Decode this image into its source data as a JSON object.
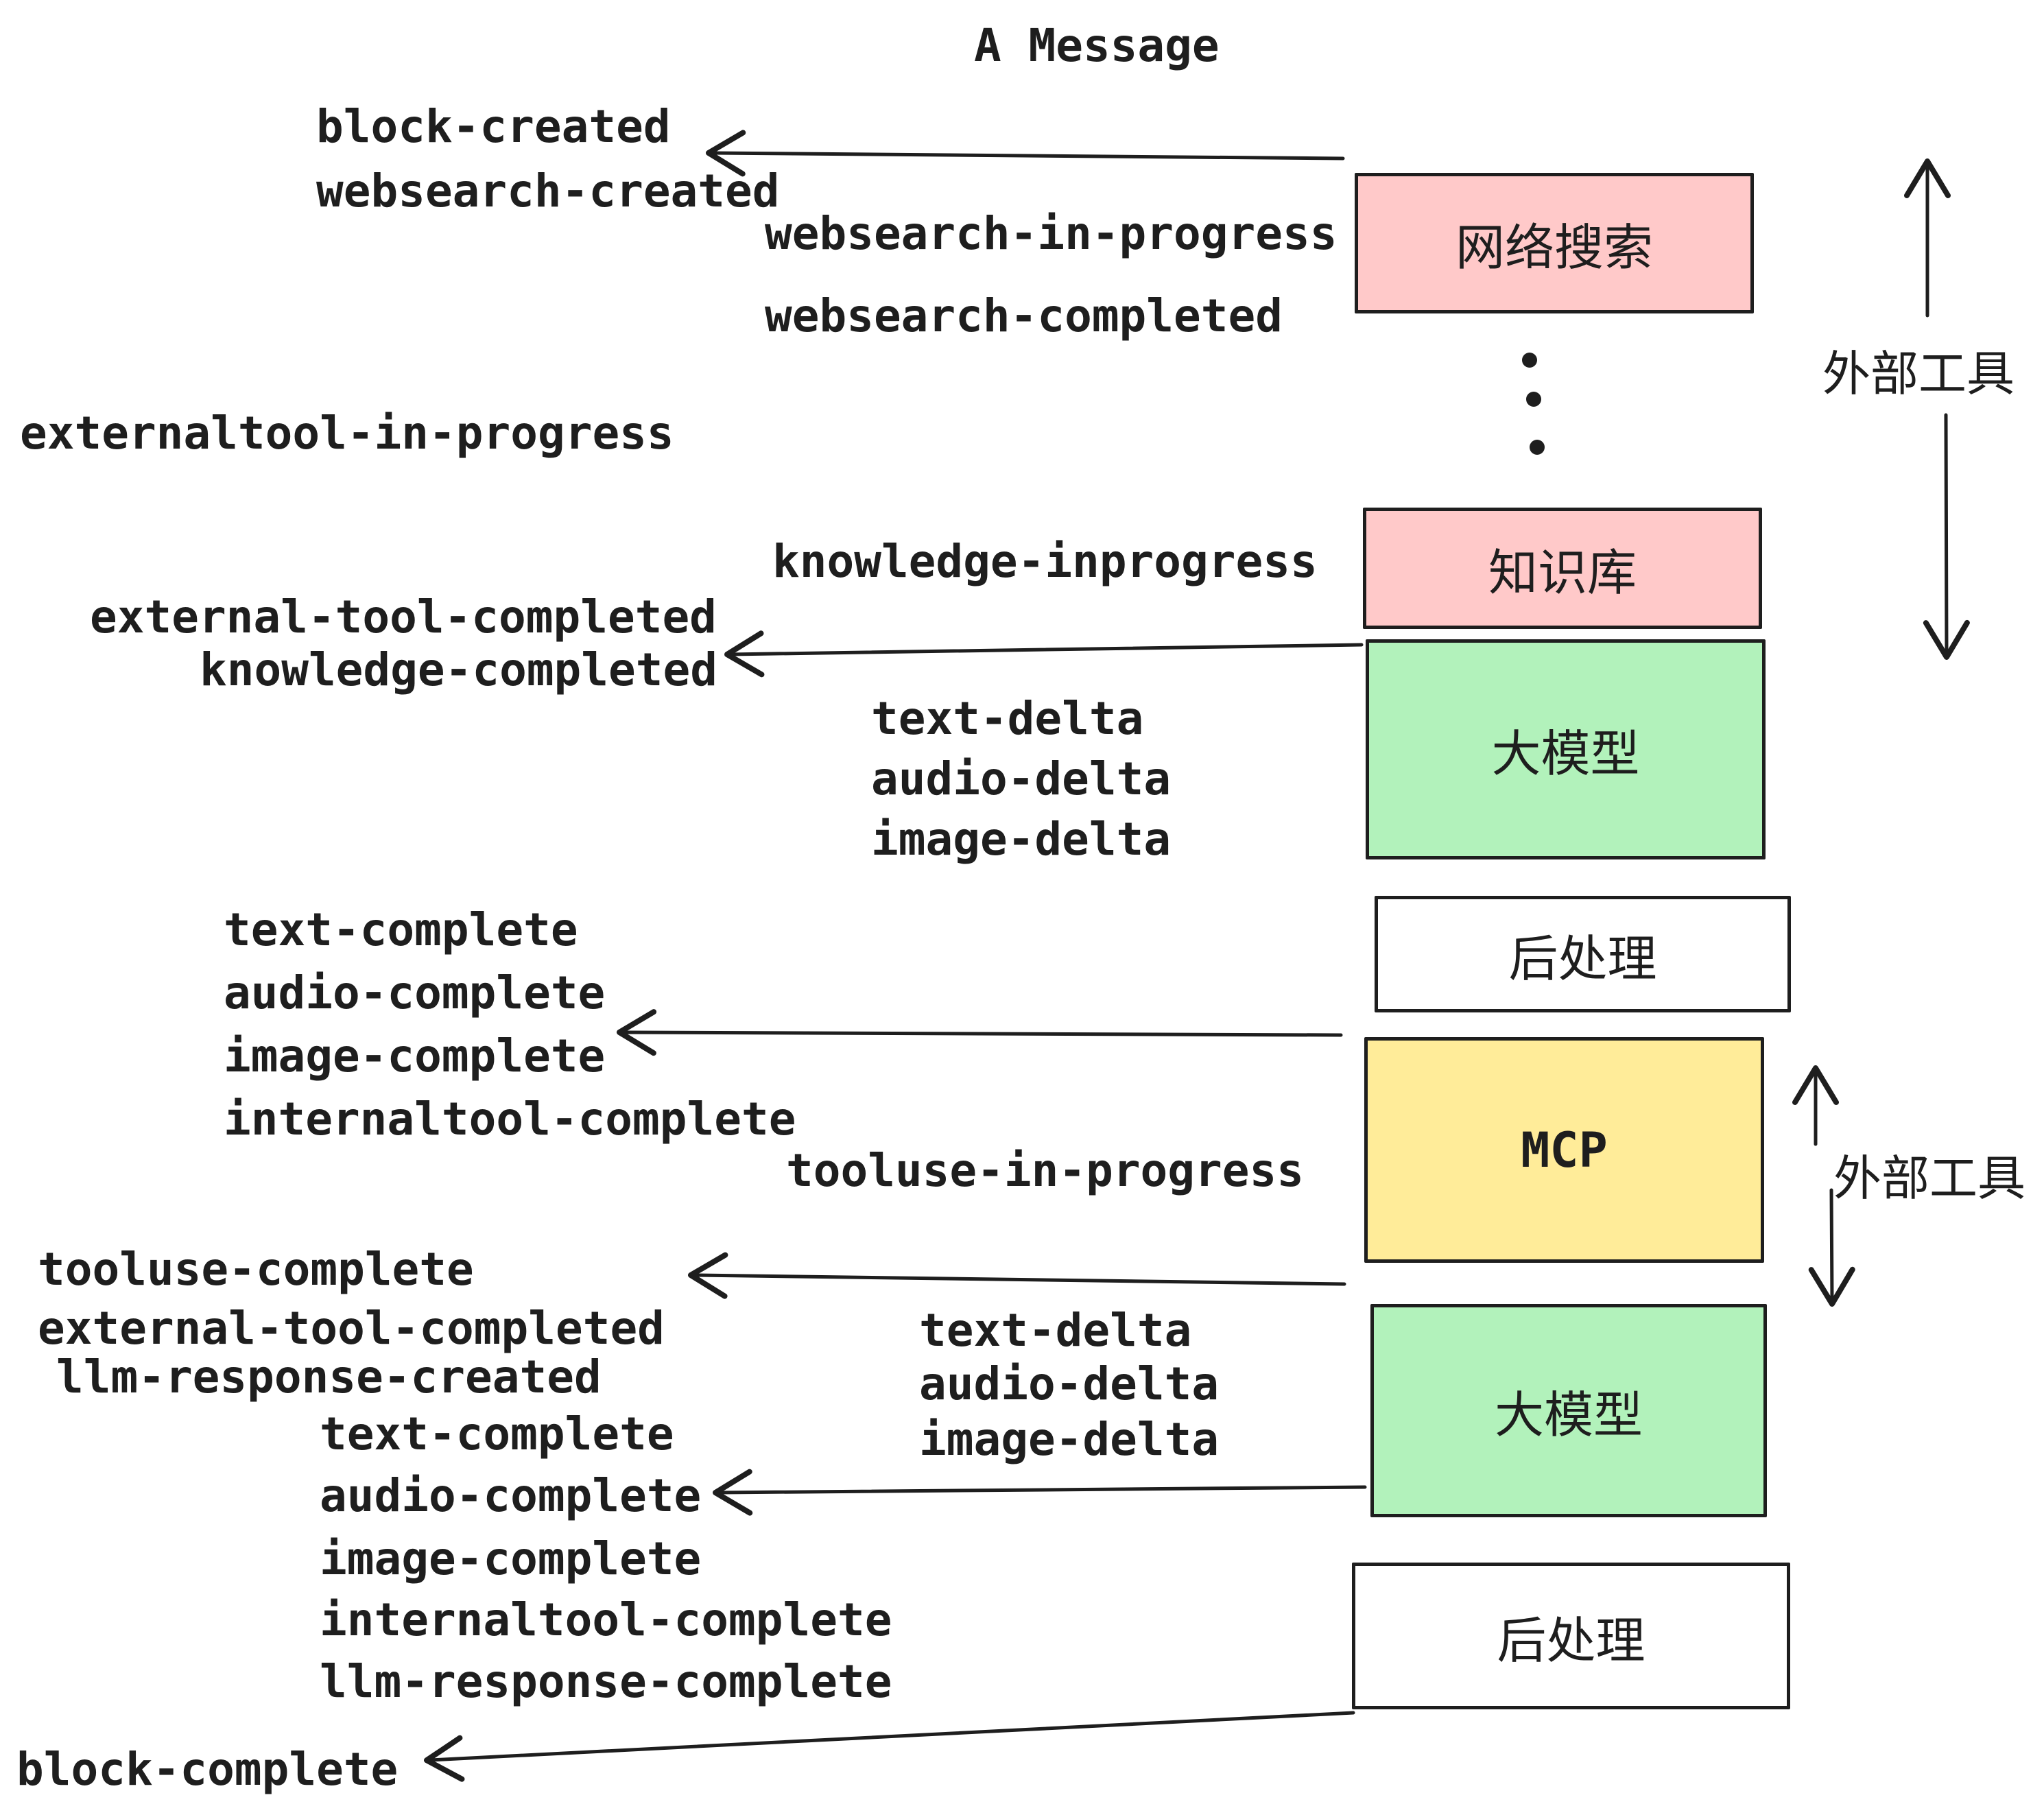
{
  "title": "A Message",
  "boxes": [
    {
      "label": "网络搜索",
      "color": "#ffc9c9"
    },
    {
      "label": "知识库",
      "color": "#ffc9c9"
    },
    {
      "label": "大模型",
      "color": "#b2f2bb"
    },
    {
      "label": "后处理",
      "color": "#ffffff"
    },
    {
      "label": "MCP",
      "color": "#ffec99"
    },
    {
      "label": "大模型",
      "color": "#b2f2bb"
    },
    {
      "label": "后处理",
      "color": "#ffffff"
    }
  ],
  "side_labels": [
    {
      "text": "外部工具"
    },
    {
      "text": "外部工具"
    }
  ],
  "events": [
    {
      "text": "block-created"
    },
    {
      "text": "websearch-created"
    },
    {
      "text": "websearch-in-progress"
    },
    {
      "text": "websearch-completed"
    },
    {
      "text": "externaltool-in-progress"
    },
    {
      "text": "knowledge-inprogress"
    },
    {
      "text": "external-tool-completed"
    },
    {
      "text": "knowledge-completed"
    },
    {
      "text": "text-delta"
    },
    {
      "text": "audio-delta"
    },
    {
      "text": "image-delta"
    },
    {
      "text": "text-complete"
    },
    {
      "text": "audio-complete"
    },
    {
      "text": "image-complete"
    },
    {
      "text": "internaltool-complete"
    },
    {
      "text": "tooluse-in-progress"
    },
    {
      "text": "tooluse-complete"
    },
    {
      "text": "external-tool-completed"
    },
    {
      "text": "llm-response-created"
    },
    {
      "text": "text-complete"
    },
    {
      "text": "audio-complete"
    },
    {
      "text": "image-complete"
    },
    {
      "text": "internaltool-complete"
    },
    {
      "text": "llm-response-complete"
    },
    {
      "text": "block-complete"
    },
    {
      "text": "text-delta"
    },
    {
      "text": "audio-delta"
    },
    {
      "text": "image-delta"
    }
  ],
  "colors": {
    "ink": "#1e1e1e",
    "pink": "#ffc9c9",
    "green": "#b2f2bb",
    "yellow": "#ffec99",
    "background": "#ffffff"
  }
}
